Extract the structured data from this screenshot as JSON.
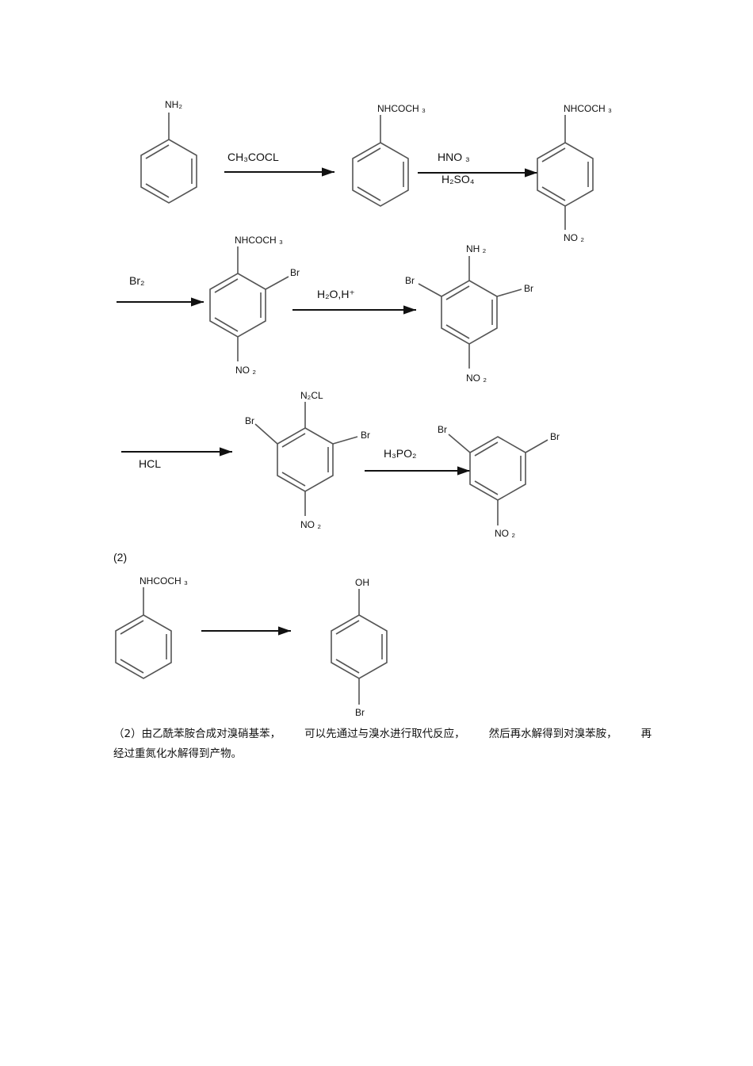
{
  "section_label": "(2)",
  "molecules": {
    "aniline": {
      "top": "NH₂"
    },
    "acetanilide_1": {
      "top": "NHCOCH ₃"
    },
    "nitroacetanilide": {
      "top": "NHCOCH ₃",
      "bottom": "NO ₂"
    },
    "bromo_nitroacetanilide": {
      "top": "NHCOCH ₃",
      "right": "Br",
      "bottom": "NO ₂"
    },
    "dibromo_nitroaniline": {
      "top": "NH ₂",
      "left": "Br",
      "right": "Br",
      "bottom": "NO ₂"
    },
    "diazonium": {
      "top": "N₂CL",
      "left": "Br",
      "right": "Br",
      "bottom": "NO ₂"
    },
    "dibromo_nitrobenzene": {
      "left": "Br",
      "right": "Br",
      "bottom": "NO ₂"
    },
    "acetanilide_2": {
      "top": "NHCOCH ₃"
    },
    "bromophenol": {
      "top": "OH",
      "bottom": "Br"
    }
  },
  "reagents": {
    "step1": "CH₃COCL",
    "step2_top": "HNO ₃",
    "step2_bottom": "H₂SO₄",
    "step3": "Br₂",
    "step4": "H₂O,H⁺",
    "step5": "HCL",
    "step6": "H₃PO₂"
  },
  "paragraph": {
    "part1": "（2）由乙酰苯胺合成对溴硝基苯，",
    "part2": "可以先通过与溴水进行取代反应，",
    "part3": "然后再水解得到对溴苯胺，",
    "part4": "再",
    "line2": "经过重氮化水解得到产物。"
  }
}
